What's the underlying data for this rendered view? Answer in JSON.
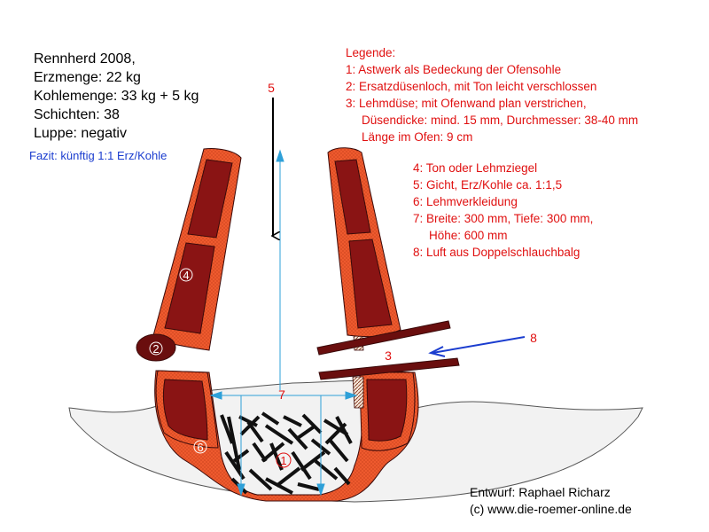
{
  "info": {
    "title": "Rennherd 2008,",
    "erzmenge": "Erzmenge: 22 kg",
    "kohlemenge": "Kohlemenge: 33 kg + 5 kg",
    "schichten": "Schichten: 38",
    "luppe": "Luppe: negativ"
  },
  "fazit": "Fazit: künftig 1:1 Erz/Kohle",
  "legend": {
    "heading": "Legende:",
    "item1": "1: Astwerk als Bedeckung der Ofensohle",
    "item2": "2: Ersatzdüsenloch, mit Ton leicht verschlossen",
    "item3a": "3: Lehmdüse; mit Ofenwand plan verstrichen,",
    "item3b": "Düsendicke: mind. 15 mm, Durchmesser: 38-40 mm",
    "item3c": "Länge im Ofen: 9 cm",
    "item4": "4: Ton oder Lehmziegel",
    "item5": "5: Gicht, Erz/Kohle ca. 1:1,5",
    "item6": "6: Lehmverkleidung",
    "item7a": "7: Breite: 300 mm, Tiefe: 300 mm,",
    "item7b": "Höhe: 600 mm",
    "item8": "8: Luft aus Doppelschlauchbalg"
  },
  "labels": {
    "n1": "1",
    "n2": "2",
    "n3": "3",
    "n4": "4",
    "n5": "5",
    "n6": "6",
    "n7": "7",
    "n8": "8"
  },
  "credits": {
    "author": "Entwurf: Raphael Richarz",
    "copyright": "(c) www.die-roemer-online.de"
  },
  "colors": {
    "clay_orange": "#ee5a2e",
    "brick_dark": "#8a1414",
    "brick_deep": "#5a0d0d",
    "label_red": "#e01010",
    "arrow_blue": "#1a3ccf",
    "dimension_cyan": "#2ea0d8",
    "ground_fill": "#f2f2f2"
  }
}
